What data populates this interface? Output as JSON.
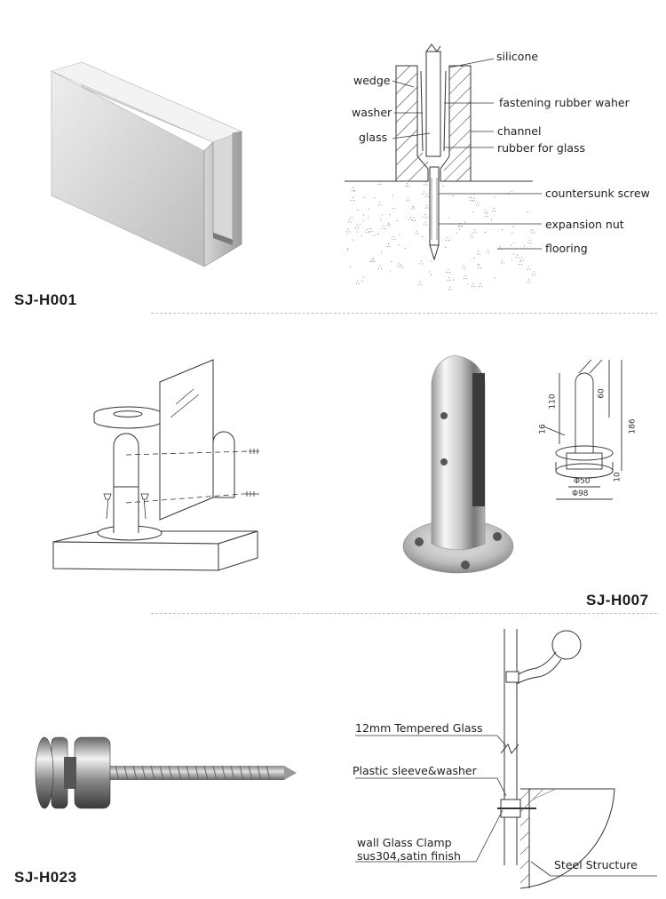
{
  "products": [
    {
      "code": "SJ-H001"
    },
    {
      "code": "SJ-H007"
    },
    {
      "code": "SJ-H023"
    }
  ],
  "h001_diagram": {
    "labels_left": [
      "wedge",
      "washer",
      "glass"
    ],
    "labels_right": [
      "silicone",
      "fastening rubber waher",
      "channel",
      "rubber for glass",
      "countersunk screw",
      "expansion nut",
      "flooring"
    ]
  },
  "h007_dimensions": [
    "110",
    "60",
    "186",
    "16",
    "10",
    "Φ50",
    "Φ98"
  ],
  "h023_diagram": {
    "labels": [
      "12mm Tempered Glass",
      "Plastic sleeve&washer",
      "wall Glass Clamp",
      "sus304,satin finish",
      "Steel Structure"
    ]
  },
  "colors": {
    "steel_light": "#e6e6e6",
    "steel_mid": "#bdbdbd",
    "steel_dark": "#6f6f6f",
    "line": "#333333"
  }
}
